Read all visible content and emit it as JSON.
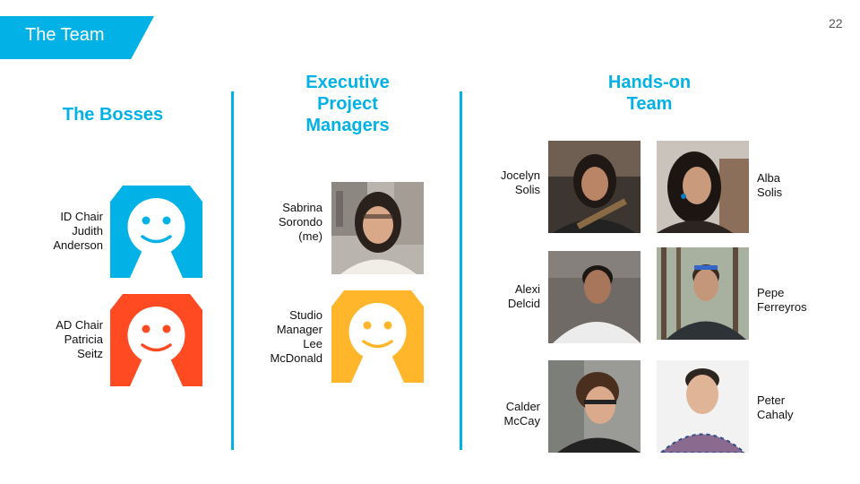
{
  "slide": {
    "title": "The Team",
    "page_number": "22"
  },
  "sections": {
    "bosses": "The Bosses",
    "executive": [
      "Executive",
      "Project",
      "Managers"
    ],
    "hands_on": [
      "Hands-on",
      "Team"
    ]
  },
  "people": {
    "judith": [
      "ID Chair",
      "Judith",
      "Anderson"
    ],
    "patricia": [
      "AD Chair",
      "Patricia",
      "Seitz"
    ],
    "sabrina": [
      "Sabrina",
      "Sorondo",
      "(me)"
    ],
    "lee": [
      "Studio",
      "Manager",
      "Lee",
      "McDonald"
    ],
    "jocelyn": [
      "Jocelyn",
      "Solis"
    ],
    "alba": [
      "Alba",
      "Solis"
    ],
    "alexi": [
      "Alexi",
      "Delcid"
    ],
    "pepe": [
      "Pepe",
      "Ferreyros"
    ],
    "calder": [
      "Calder",
      "McCay"
    ],
    "peter": [
      "Peter",
      "Cahaly"
    ]
  },
  "colors": {
    "accent": "#02b2e6",
    "avatar_blue": "#02b2e6",
    "avatar_red": "#ff4a22",
    "avatar_yellow": "#ffb62b"
  },
  "icons": {
    "avatar": "smiley-person-placeholder-icon"
  }
}
